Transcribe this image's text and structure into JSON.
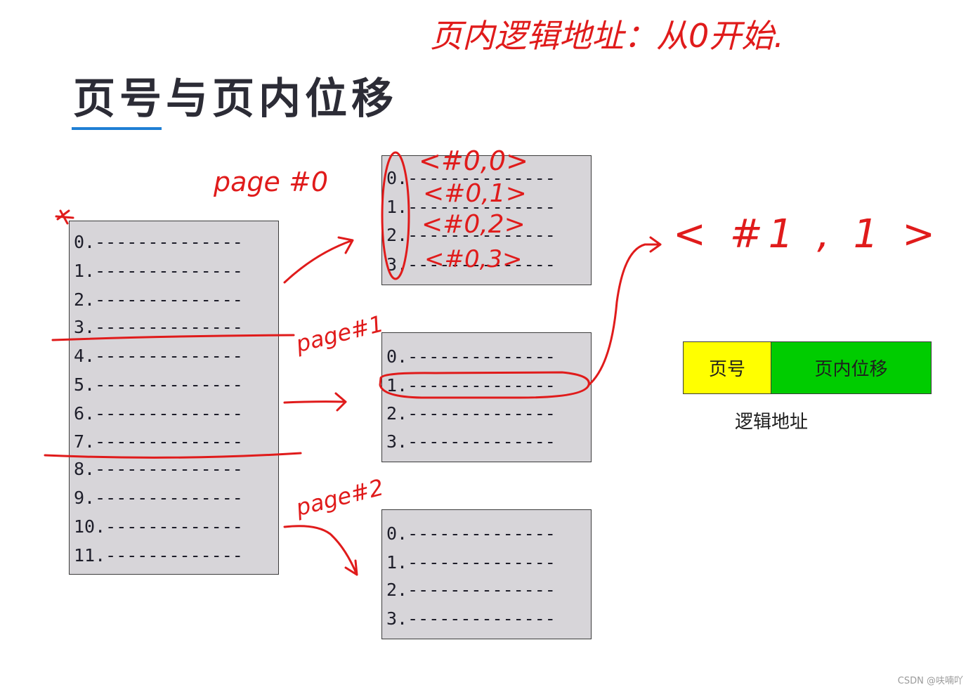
{
  "slide": {
    "title": "页号与页内位移"
  },
  "process_memory": {
    "rows": [
      "0.--------------",
      "1.--------------",
      "2.--------------",
      "3.--------------",
      "4.--------------",
      "5.--------------",
      "6.--------------",
      "7.--------------",
      "8.--------------",
      "9.--------------",
      "10.-------------",
      "11.-------------"
    ]
  },
  "pages": [
    {
      "rows": [
        "0.--------------",
        "1.--------------",
        "2.--------------",
        "3.--------------"
      ]
    },
    {
      "rows": [
        "0.--------------",
        "1.--------------",
        "2.--------------",
        "3.--------------"
      ]
    },
    {
      "rows": [
        "0.--------------",
        "1.--------------",
        "2.--------------",
        "3.--------------"
      ]
    }
  ],
  "logical_address": {
    "page_number_label": "页号",
    "offset_label": "页内位移",
    "caption": "逻辑地址",
    "page_number_color": "#ffff00",
    "offset_color": "#00cc00"
  },
  "annotations": {
    "top_note": "页内逻辑地址：从0开始.",
    "page0_label": "page #0",
    "page1_label": "page#1",
    "page2_label": "page#2",
    "page0_addresses": [
      "<#0,0>",
      "<#0,1>",
      "<#0,2>",
      "<#0,3>"
    ],
    "example_address": "< #1 , 1 >",
    "ink_color": "#e01b1b"
  },
  "watermark": "CSDN @呋喃吖"
}
